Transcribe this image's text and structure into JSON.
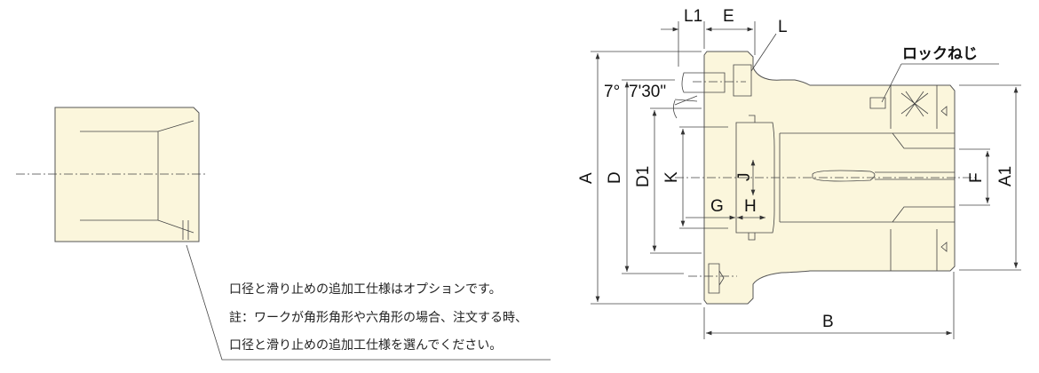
{
  "notes": {
    "line1": "口径と滑り止めの追加工仕様はオプションです。",
    "line2": "註：ワークが角形角形や六角形の場合、注文する時、",
    "line3": "口径と滑り止めの追加工仕様を選んでください。"
  },
  "labels": {
    "L1": "L1",
    "E": "E",
    "L": "L",
    "lock_screw": "ロックねじ",
    "angle1": "7°",
    "angle2": "7'30\"",
    "A": "A",
    "D": "D",
    "D1": "D1",
    "K": "K",
    "J": "J",
    "G": "G",
    "H": "H",
    "F": "F",
    "A1": "A1",
    "B": "B"
  }
}
